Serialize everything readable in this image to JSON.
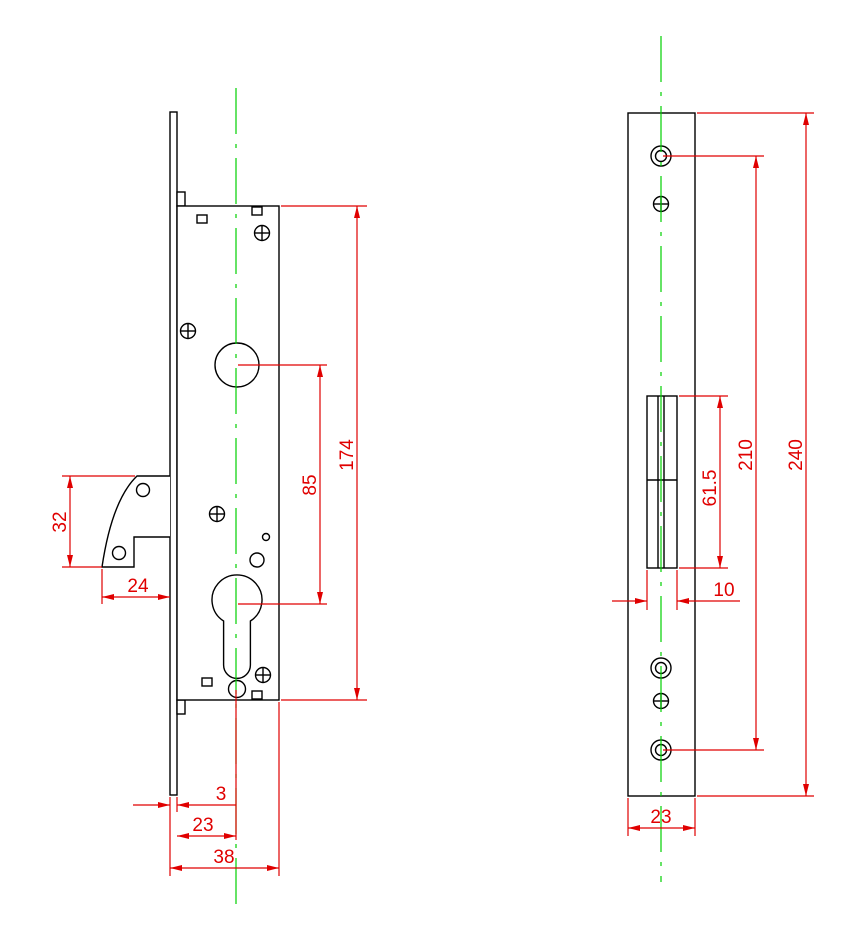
{
  "colors": {
    "outline": "#000000",
    "dimension": "#e00000",
    "centerline": "#00d000",
    "background": "#ffffff"
  },
  "front_view": {
    "dimensions": {
      "height_case": "174",
      "handle_to_cylinder": "85",
      "latch_height": "32",
      "latch_projection": "24",
      "faceplate_thickness": "3",
      "backset": "23",
      "case_depth": "38"
    }
  },
  "side_view": {
    "dimensions": {
      "bolt_length": "61.5",
      "bolt_width": "10",
      "screw_spacing": "210",
      "faceplate_length": "240",
      "faceplate_width": "23"
    }
  }
}
